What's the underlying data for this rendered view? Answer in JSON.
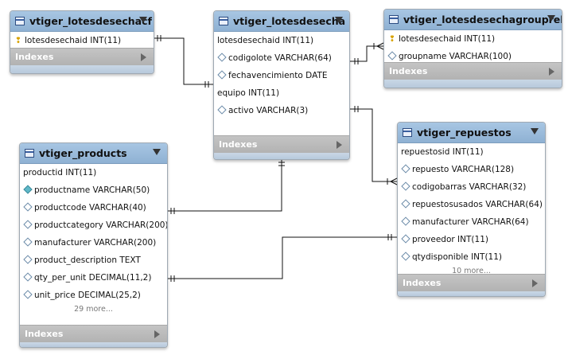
{
  "tables": [
    {
      "id": "cf",
      "title": "vtiger_lotesdesechacf",
      "columns": [
        {
          "icon": "key",
          "text": "lotesdesechaid INT(11)"
        }
      ],
      "more": "",
      "indexes_label": "Indexes"
    },
    {
      "id": "lotes",
      "title": "vtiger_lotesdesecha",
      "columns": [
        {
          "icon": "none",
          "text": "lotesdesechaid INT(11)"
        },
        {
          "icon": "diamond",
          "text": "codigolote VARCHAR(64)"
        },
        {
          "icon": "diamond",
          "text": "fechavencimiento DATE"
        },
        {
          "icon": "none",
          "text": "equipo INT(11)"
        },
        {
          "icon": "diamond",
          "text": "activo VARCHAR(3)"
        }
      ],
      "more": "",
      "indexes_label": "Indexes"
    },
    {
      "id": "grouprel",
      "title": "vtiger_lotesdesechagrouprel",
      "columns": [
        {
          "icon": "key",
          "text": "lotesdesechaid INT(11)"
        },
        {
          "icon": "diamond",
          "text": "groupname VARCHAR(100)"
        }
      ],
      "more": "",
      "indexes_label": "Indexes"
    },
    {
      "id": "products",
      "title": "vtiger_products",
      "columns": [
        {
          "icon": "none",
          "text": "productid INT(11)"
        },
        {
          "icon": "diamond-filled",
          "text": "productname VARCHAR(50)"
        },
        {
          "icon": "diamond",
          "text": "productcode VARCHAR(40)"
        },
        {
          "icon": "diamond",
          "text": "productcategory VARCHAR(200)"
        },
        {
          "icon": "diamond",
          "text": "manufacturer VARCHAR(200)"
        },
        {
          "icon": "diamond",
          "text": "product_description TEXT"
        },
        {
          "icon": "diamond",
          "text": "qty_per_unit DECIMAL(11,2)"
        },
        {
          "icon": "diamond",
          "text": "unit_price DECIMAL(25,2)"
        }
      ],
      "more": "29 more...",
      "indexes_label": "Indexes"
    },
    {
      "id": "repuestos",
      "title": "vtiger_repuestos",
      "columns": [
        {
          "icon": "none",
          "text": "repuestosid INT(11)"
        },
        {
          "icon": "diamond",
          "text": "repuesto VARCHAR(128)"
        },
        {
          "icon": "diamond",
          "text": "codigobarras VARCHAR(32)"
        },
        {
          "icon": "diamond",
          "text": "repuestosusados VARCHAR(64)"
        },
        {
          "icon": "diamond",
          "text": "manufacturer VARCHAR(64)"
        },
        {
          "icon": "diamond",
          "text": "proveedor INT(11)"
        },
        {
          "icon": "diamond",
          "text": "qtydisponible INT(11)"
        }
      ],
      "more": "10 more...",
      "indexes_label": "Indexes"
    }
  ],
  "relationships": [
    {
      "from": "vtiger_lotesdesechacf",
      "to": "vtiger_lotesdesecha",
      "type": "one-to-one"
    },
    {
      "from": "vtiger_lotesdesecha",
      "to": "vtiger_lotesdesechagrouprel",
      "type": "one-to-many"
    },
    {
      "from": "vtiger_lotesdesecha",
      "to": "vtiger_repuestos",
      "type": "one-to-many"
    },
    {
      "from": "vtiger_lotesdesecha",
      "to": "vtiger_products",
      "type": "one-to-one"
    },
    {
      "from": "vtiger_products",
      "to": "vtiger_repuestos",
      "type": "one-to-one"
    }
  ]
}
